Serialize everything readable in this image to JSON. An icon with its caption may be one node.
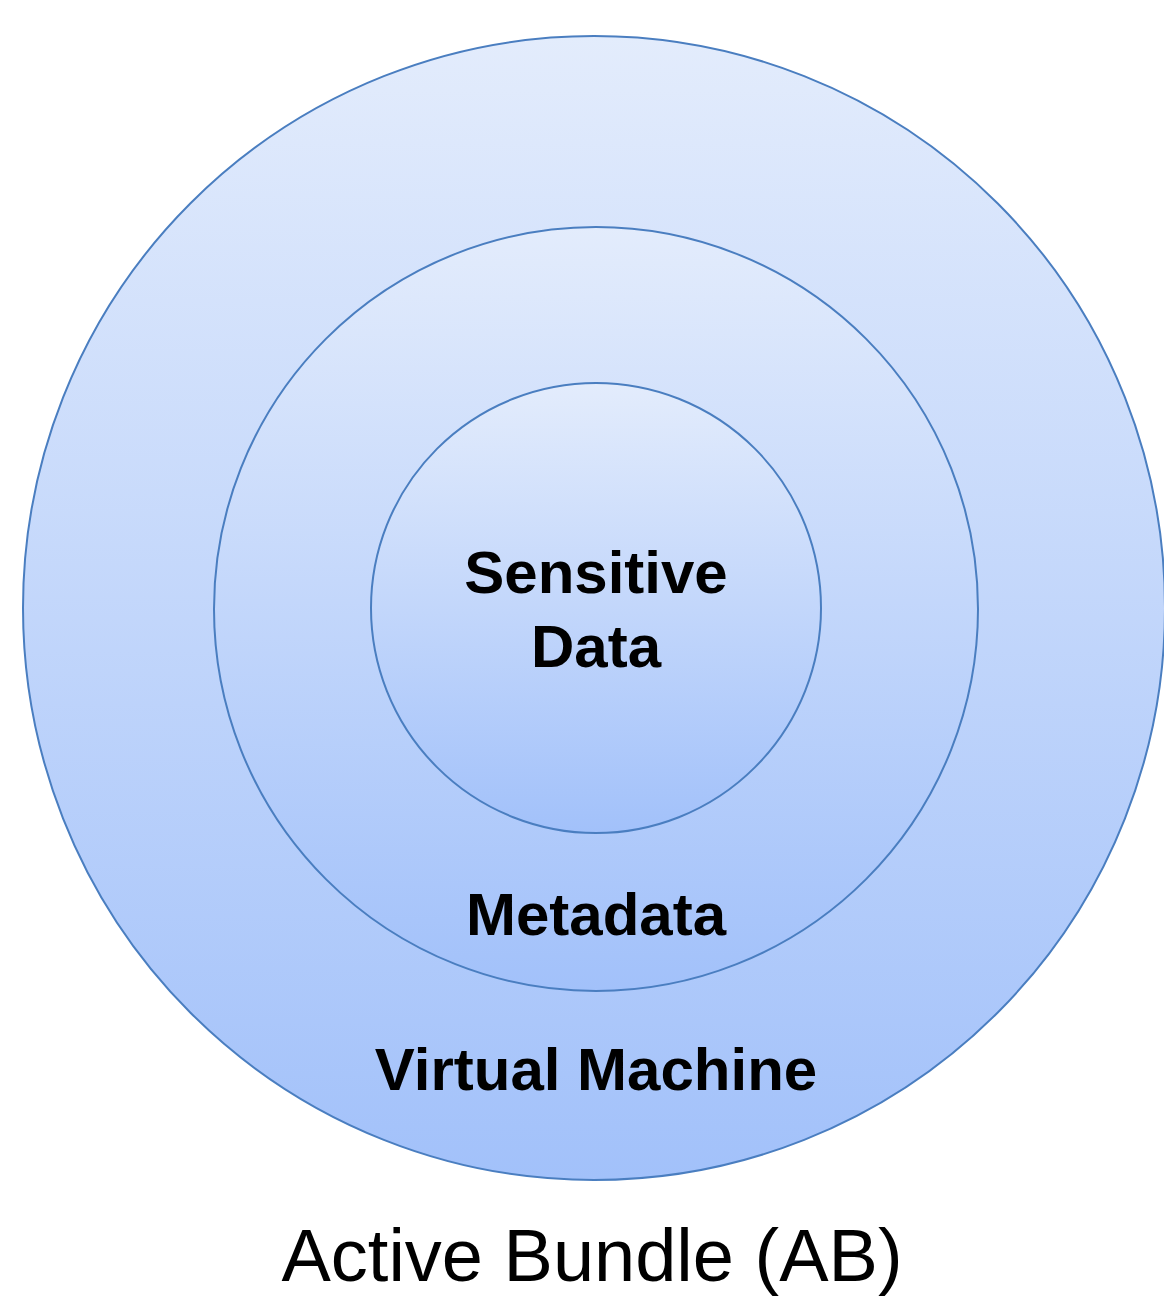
{
  "diagram": {
    "caption": "Active Bundle (AB)",
    "nodes": [
      {
        "text": [
          "Virtual Machine"
        ]
      },
      {
        "text": [
          "Metadata"
        ],
        "in": 0
      },
      {
        "text": [
          "Sensitive Data"
        ],
        "in": 1
      }
    ]
  }
}
